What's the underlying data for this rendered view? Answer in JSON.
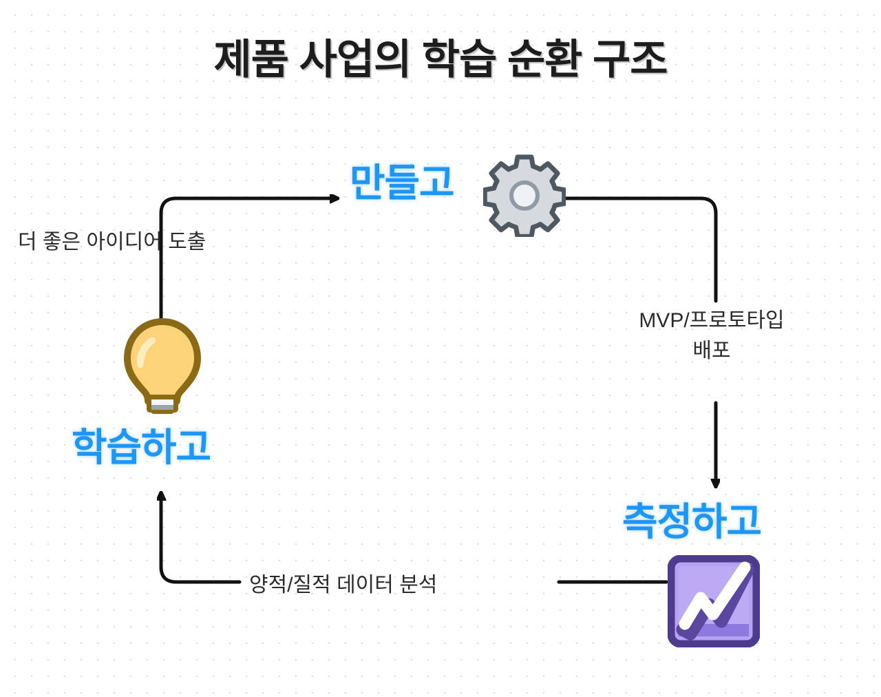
{
  "page": {
    "title": "제품 사업의 학습 순환 구조",
    "background": "#ffffff",
    "dot_grid_color": "#dcdcdc",
    "accent_blue": "#1e96f5",
    "line_color": "#111111"
  },
  "nodes": [
    {
      "id": "build",
      "label": "만들고",
      "icon": "gear-icon",
      "color": "#1e96f5"
    },
    {
      "id": "learn",
      "label": "학습하고",
      "icon": "light-bulb-icon",
      "color": "#1e96f5"
    },
    {
      "id": "measure",
      "label": "측정하고",
      "icon": "chart-increasing-icon",
      "color": "#1e96f5"
    }
  ],
  "edges": [
    {
      "id": "build-to-measure",
      "label_line1": "MVP/프로토타입",
      "label_line2": "배포",
      "from": "build",
      "to": "measure"
    },
    {
      "id": "measure-to-learn",
      "label": "양적/질적 데이터 분석",
      "from": "measure",
      "to": "learn"
    },
    {
      "id": "learn-to-build",
      "label": "더 좋은 아이디어 도출",
      "from": "learn",
      "to": "build"
    }
  ],
  "chart_data": {
    "type": "diagram",
    "title": "제품 사업의 학습 순환 구조",
    "cycle": [
      "만들고",
      "측정하고",
      "학습하고"
    ],
    "transitions": [
      {
        "from": "만들고",
        "to": "측정하고",
        "label": "MVP/프로토타입 배포"
      },
      {
        "from": "측정하고",
        "to": "학습하고",
        "label": "양적/질적 데이터 분석"
      },
      {
        "from": "학습하고",
        "to": "만들고",
        "label": "더 좋은 아이디어 도출"
      }
    ]
  }
}
